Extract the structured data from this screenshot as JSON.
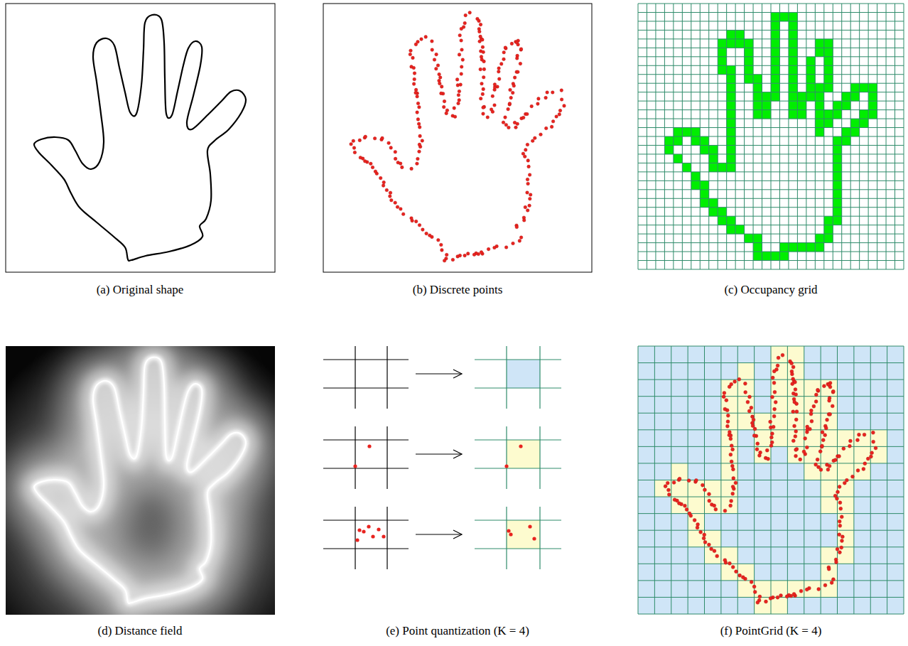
{
  "diagram": {
    "labels": [
      "(a) Original shape",
      "(b) Discrete points",
      "(c) Occupancy grid",
      "(d) Distance field",
      "(e) Point quantization (K = 4)",
      "(f) PointGrid (K = 4)"
    ]
  }
}
